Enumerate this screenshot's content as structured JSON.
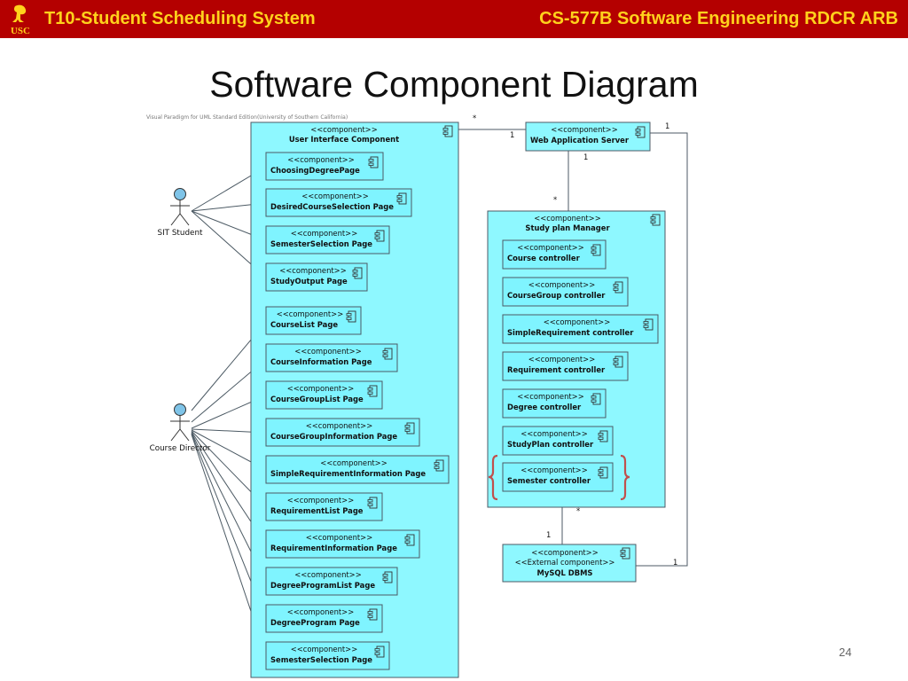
{
  "header": {
    "logo_text": "USC",
    "left_title": "T10-Student Scheduling System",
    "right_title": "CS-577B Software Engineering RDCR ARB"
  },
  "slide": {
    "title": "Software Component Diagram",
    "page_number": "24"
  },
  "diagram": {
    "watermark": "Visual Paradigm for UML Standard Edition(University of Southern California)",
    "stereotype": "<<component>>",
    "external_stereotype": "<<External component>>",
    "actors": {
      "student": "SIT Student",
      "director": "Course Director"
    },
    "containers": {
      "ui": "User Interface Component",
      "server": "Web Application Server",
      "manager": "Study plan Manager",
      "dbms": "MySQL DBMS"
    },
    "ui_components": [
      "ChoosingDegreePage",
      "DesiredCourseSelection Page",
      "SemesterSelection Page",
      "StudyOutput Page",
      "CourseList Page",
      "CourseInformation Page",
      "CourseGroupList Page",
      "CourseGroupInformation Page",
      "SimpleRequirementInformation Page",
      "RequirementList Page",
      "RequirementInformation Page",
      "DegreeProgramList Page",
      "DegreeProgram Page",
      "SemesterSelection Page"
    ],
    "manager_components": [
      "Course controller",
      "CourseGroup controller",
      "SimpleRequirement controller",
      "Requirement controller",
      "Degree controller",
      "StudyPlan controller",
      "Semester controller"
    ],
    "multiplicities": {
      "ui_server_ui": "*",
      "ui_server_server": "1",
      "server_manager_server": "1",
      "server_manager_manager": "*",
      "server_dbms_server": "1",
      "server_dbms_dbms": "1",
      "manager_dbms_manager": "*",
      "manager_dbms_dbms": "1"
    },
    "colors": {
      "component_fill": "#7ff4ff",
      "container_fill": "#8ef8ff",
      "stroke": "#4c5a64",
      "bracket": "#c0504d",
      "header_bg": "#b40000",
      "header_text": "#ffd21c"
    }
  }
}
